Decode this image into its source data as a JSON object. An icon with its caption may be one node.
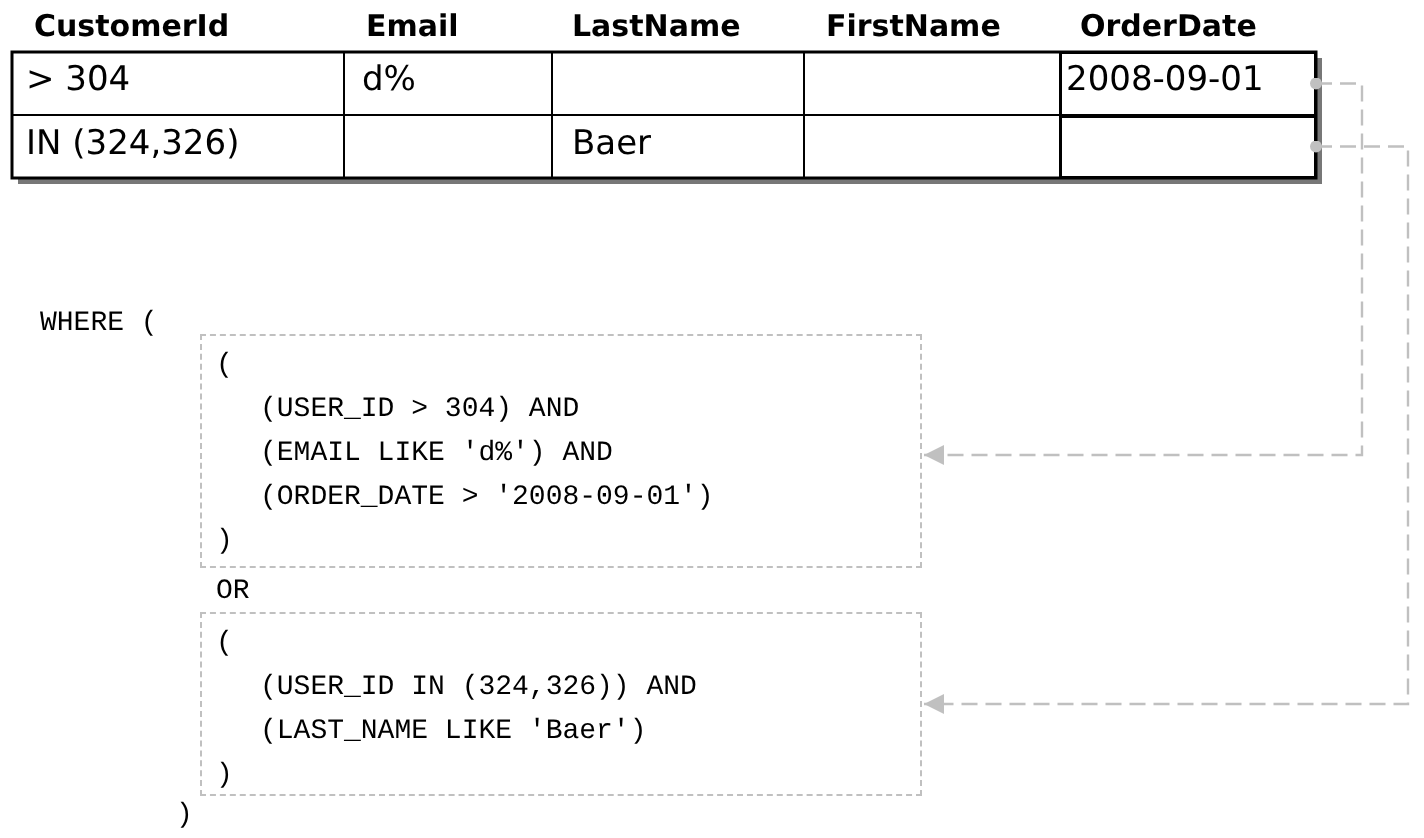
{
  "diagram": {
    "nodes": [
      {
        "text": [
          "2008-09-01"
        ]
      },
      {
        "text": [],
        "shape": "box"
      },
      {
        "text": [
          "(",
          "(USER_ID > 304) AND",
          "(EMAIL LIKE 'd%') AND",
          "(ORDER_DATE > '2008-09-01')",
          ")"
        ]
      },
      {
        "text": [
          "(",
          "(USER_ID IN (324,326)) AND",
          "(LAST_NAME LIKE 'Baer')",
          ")"
        ]
      }
    ],
    "edges": [
      {
        "from": 0,
        "to": 2,
        "arrow": "to",
        "style": "dashed"
      },
      {
        "from": 1,
        "to": 3,
        "arrow": "to",
        "style": "dashed"
      }
    ],
    "labels": [
      "CustomerId",
      "Email",
      "LastName",
      "FirstName",
      "OrderDate",
      "> 304",
      "d%",
      "IN (324,326)",
      "Baer",
      "WHERE (",
      "OR",
      ")"
    ]
  }
}
